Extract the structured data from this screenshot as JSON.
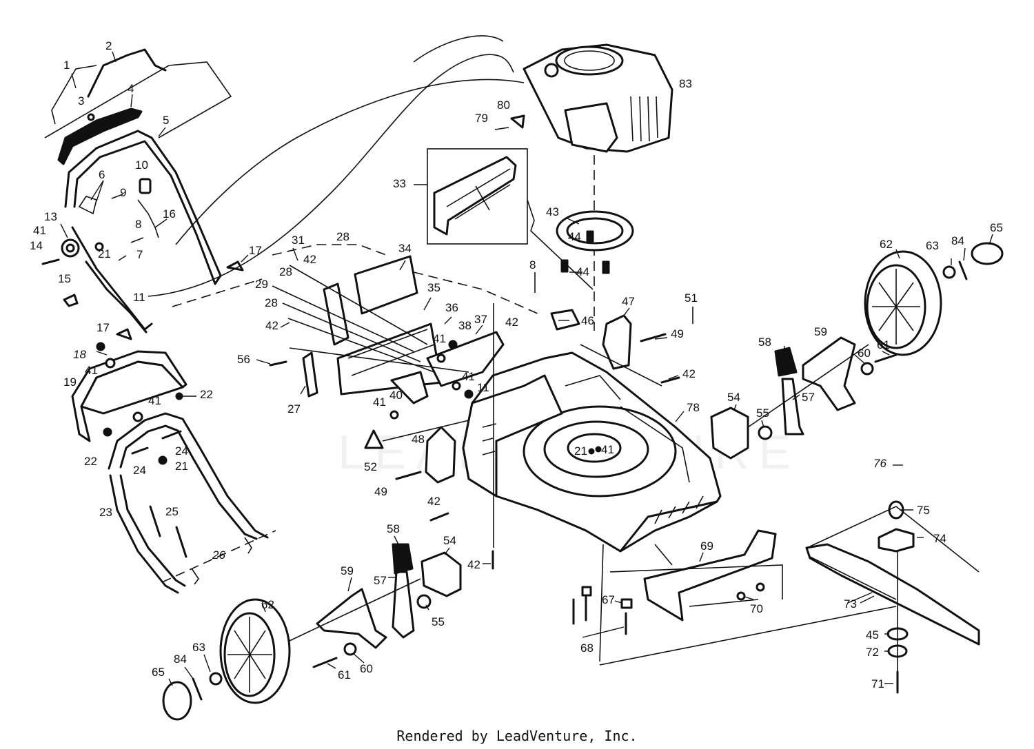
{
  "footer": "Rendered by LeadVenture, Inc.",
  "watermark": "LEADVENTURE",
  "callouts": [
    {
      "id": "1",
      "text": "1"
    },
    {
      "id": "2",
      "text": "2"
    },
    {
      "id": "3",
      "text": "3"
    },
    {
      "id": "4",
      "text": "4"
    },
    {
      "id": "5",
      "text": "5"
    },
    {
      "id": "6",
      "text": "6"
    },
    {
      "id": "7",
      "text": "7"
    },
    {
      "id": "8a",
      "text": "8"
    },
    {
      "id": "8b",
      "text": "8"
    },
    {
      "id": "9",
      "text": "9"
    },
    {
      "id": "10",
      "text": "10"
    },
    {
      "id": "11a",
      "text": "11"
    },
    {
      "id": "11b",
      "text": "11"
    },
    {
      "id": "13",
      "text": "13"
    },
    {
      "id": "14",
      "text": "14"
    },
    {
      "id": "15",
      "text": "15"
    },
    {
      "id": "16",
      "text": "16"
    },
    {
      "id": "17a",
      "text": "17"
    },
    {
      "id": "17b",
      "text": "17"
    },
    {
      "id": "18",
      "text": "18"
    },
    {
      "id": "19",
      "text": "19"
    },
    {
      "id": "21a",
      "text": "21"
    },
    {
      "id": "21b",
      "text": "21"
    },
    {
      "id": "21c",
      "text": "21"
    },
    {
      "id": "22a",
      "text": "22"
    },
    {
      "id": "22b",
      "text": "22"
    },
    {
      "id": "23",
      "text": "23"
    },
    {
      "id": "24a",
      "text": "24"
    },
    {
      "id": "24b",
      "text": "24"
    },
    {
      "id": "25",
      "text": "25"
    },
    {
      "id": "26",
      "text": "26"
    },
    {
      "id": "27",
      "text": "27"
    },
    {
      "id": "28a",
      "text": "28"
    },
    {
      "id": "28b",
      "text": "28"
    },
    {
      "id": "28c",
      "text": "28"
    },
    {
      "id": "29",
      "text": "29"
    },
    {
      "id": "31",
      "text": "31"
    },
    {
      "id": "33",
      "text": "33"
    },
    {
      "id": "34",
      "text": "34"
    },
    {
      "id": "35",
      "text": "35"
    },
    {
      "id": "36",
      "text": "36"
    },
    {
      "id": "37",
      "text": "37"
    },
    {
      "id": "38",
      "text": "38"
    },
    {
      "id": "40",
      "text": "40"
    },
    {
      "id": "41a",
      "text": "41"
    },
    {
      "id": "41b",
      "text": "41"
    },
    {
      "id": "41c",
      "text": "41"
    },
    {
      "id": "41d",
      "text": "41"
    },
    {
      "id": "41e",
      "text": "41"
    },
    {
      "id": "41f",
      "text": "41"
    },
    {
      "id": "41g",
      "text": "41"
    },
    {
      "id": "42a",
      "text": "42"
    },
    {
      "id": "42b",
      "text": "42"
    },
    {
      "id": "42c",
      "text": "42"
    },
    {
      "id": "42d",
      "text": "42"
    },
    {
      "id": "42e",
      "text": "42"
    },
    {
      "id": "42f",
      "text": "42"
    },
    {
      "id": "43",
      "text": "43"
    },
    {
      "id": "44a",
      "text": "44"
    },
    {
      "id": "44b",
      "text": "44"
    },
    {
      "id": "45",
      "text": "45"
    },
    {
      "id": "46",
      "text": "46"
    },
    {
      "id": "47",
      "text": "47"
    },
    {
      "id": "48",
      "text": "48"
    },
    {
      "id": "49a",
      "text": "49"
    },
    {
      "id": "49b",
      "text": "49"
    },
    {
      "id": "51",
      "text": "51"
    },
    {
      "id": "52",
      "text": "52"
    },
    {
      "id": "54a",
      "text": "54"
    },
    {
      "id": "54b",
      "text": "54"
    },
    {
      "id": "55a",
      "text": "55"
    },
    {
      "id": "55b",
      "text": "55"
    },
    {
      "id": "56",
      "text": "56"
    },
    {
      "id": "57a",
      "text": "57"
    },
    {
      "id": "57b",
      "text": "57"
    },
    {
      "id": "58a",
      "text": "58"
    },
    {
      "id": "58b",
      "text": "58"
    },
    {
      "id": "59a",
      "text": "59"
    },
    {
      "id": "59b",
      "text": "59"
    },
    {
      "id": "60a",
      "text": "60"
    },
    {
      "id": "60b",
      "text": "60"
    },
    {
      "id": "61a",
      "text": "61"
    },
    {
      "id": "61b",
      "text": "61"
    },
    {
      "id": "62a",
      "text": "62"
    },
    {
      "id": "62b",
      "text": "62"
    },
    {
      "id": "63a",
      "text": "63"
    },
    {
      "id": "63b",
      "text": "63"
    },
    {
      "id": "65a",
      "text": "65"
    },
    {
      "id": "65b",
      "text": "65"
    },
    {
      "id": "67",
      "text": "67"
    },
    {
      "id": "68",
      "text": "68"
    },
    {
      "id": "69",
      "text": "69"
    },
    {
      "id": "70",
      "text": "70"
    },
    {
      "id": "71",
      "text": "71"
    },
    {
      "id": "72",
      "text": "72"
    },
    {
      "id": "73",
      "text": "73"
    },
    {
      "id": "74",
      "text": "74"
    },
    {
      "id": "75",
      "text": "75"
    },
    {
      "id": "76",
      "text": "76"
    },
    {
      "id": "78",
      "text": "78"
    },
    {
      "id": "79",
      "text": "79"
    },
    {
      "id": "80",
      "text": "80"
    },
    {
      "id": "83",
      "text": "83"
    },
    {
      "id": "84a",
      "text": "84"
    },
    {
      "id": "84b",
      "text": "84"
    }
  ]
}
